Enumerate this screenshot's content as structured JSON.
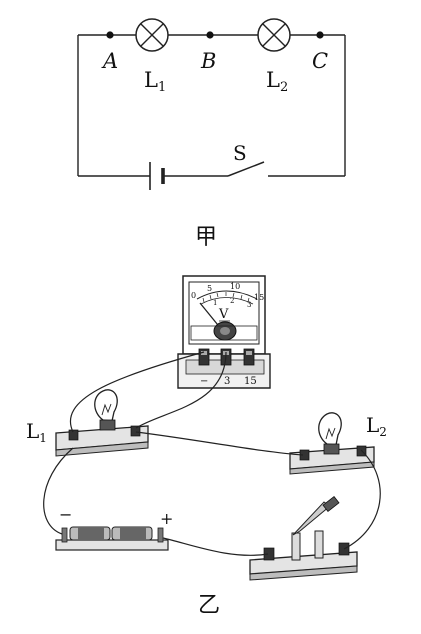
{
  "schematic": {
    "nodes": [
      "A",
      "B",
      "C"
    ],
    "lamp1_main": "L",
    "lamp1_sub": "1",
    "lamp2_main": "L",
    "lamp2_sub": "2",
    "switch": "S",
    "caption": "甲"
  },
  "physical": {
    "voltmeter": {
      "ticks_top": [
        "0",
        "5",
        "10",
        "15"
      ],
      "ticks_bottom": [
        "1",
        "2",
        "3"
      ],
      "symbol": "V",
      "terminals": [
        "−",
        "3",
        "15"
      ]
    },
    "lamp1_main": "L",
    "lamp1_sub": "1",
    "lamp2_main": "L",
    "lamp2_sub": "2",
    "battery_minus": "−",
    "battery_plus": "+",
    "caption": "乙"
  }
}
